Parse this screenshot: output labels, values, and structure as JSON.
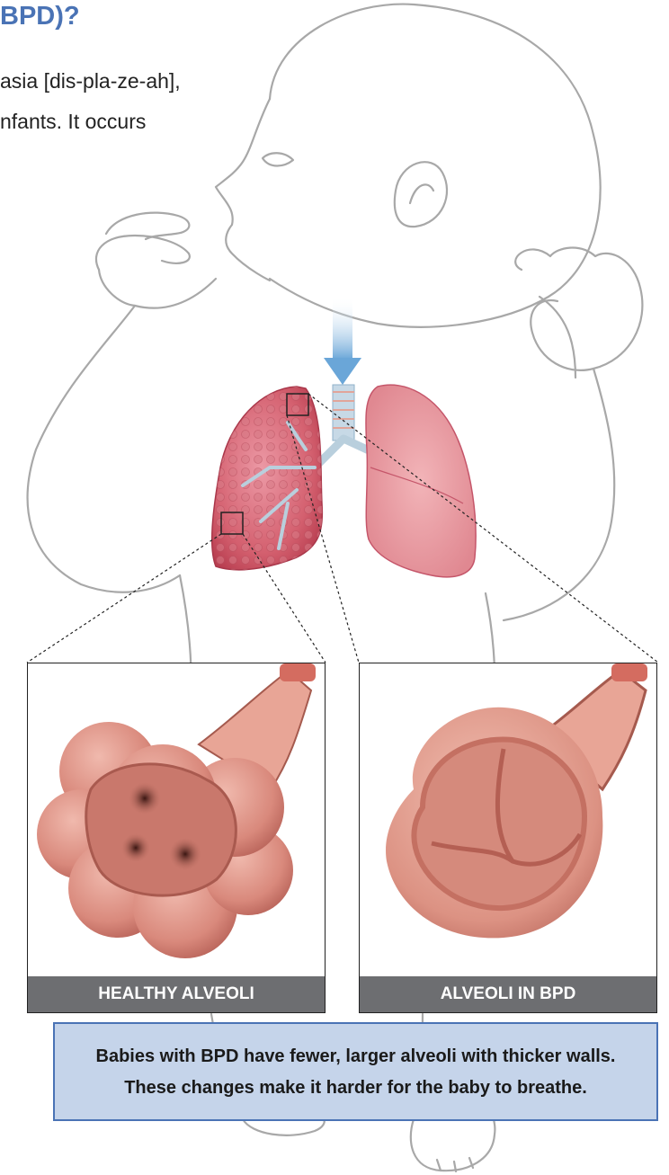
{
  "header": {
    "title": "BPD)?",
    "line1": "asia [dis-pla-ze-ah],",
    "line2": "nfants. It occurs"
  },
  "panels": {
    "healthy_label": "HEALTHY ALVEOLI",
    "bpd_label": "ALVEOLI IN BPD"
  },
  "caption": {
    "line1": "Babies with BPD have fewer, larger alveoli with thicker walls.",
    "line2": "These changes make it harder for the baby to breathe."
  },
  "colors": {
    "title": "#4a73b5",
    "outline": "#a8a8a8",
    "lung_light": "#e48a95",
    "lung_dark": "#c94a5a",
    "alveoli": "#d98c82",
    "label_bg": "#6d6e71",
    "caption_bg": "#c5d4ea",
    "caption_border": "#4a73b5"
  }
}
